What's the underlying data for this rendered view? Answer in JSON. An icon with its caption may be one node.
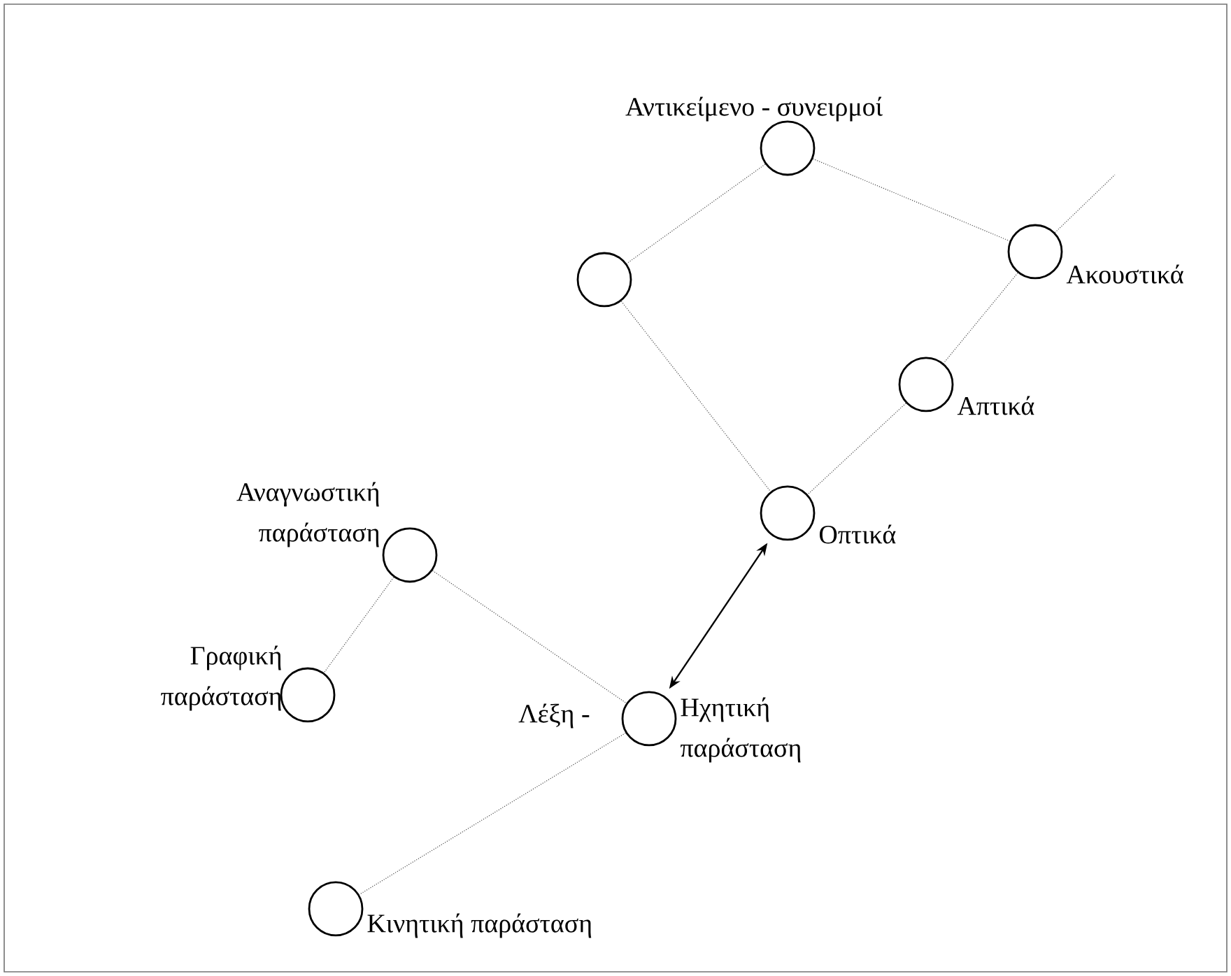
{
  "diagram": {
    "nodes": [
      {
        "text": [],
        "shape": "circle",
        "beside": [
          "Αντικείμενο - συνειρμοί"
        ]
      },
      {
        "text": [],
        "shape": "circle"
      },
      {
        "text": [],
        "shape": "circle",
        "beside": [
          "Ακουστικά"
        ]
      },
      {
        "text": [],
        "shape": "circle",
        "beside": [
          "Απτικά"
        ]
      },
      {
        "text": [],
        "shape": "circle",
        "beside": [
          "Οπτικά"
        ]
      },
      {
        "text": [],
        "shape": "circle",
        "beside": [
          "Αναγνωστική παράσταση"
        ]
      },
      {
        "text": [],
        "shape": "circle",
        "beside": [
          "Γραφική παράσταση"
        ]
      },
      {
        "text": [],
        "shape": "circle",
        "beside": [
          "Λέξη -",
          "Ηχητική παράσταση"
        ]
      },
      {
        "text": [],
        "shape": "circle",
        "beside": [
          "Κινητική παράσταση"
        ]
      }
    ],
    "edges": [
      {
        "from": 0,
        "to": 1,
        "arrow": "none",
        "style": "dashed"
      },
      {
        "from": 0,
        "to": 2,
        "arrow": "none",
        "style": "dashed"
      },
      {
        "from": 2,
        "to": null,
        "arrow": "none",
        "style": "dashed"
      },
      {
        "from": 1,
        "to": 4,
        "arrow": "none",
        "style": "dashed"
      },
      {
        "from": 2,
        "to": 3,
        "arrow": "none",
        "style": "dashed"
      },
      {
        "from": 3,
        "to": 4,
        "arrow": "none",
        "style": "dashed"
      },
      {
        "from": 5,
        "to": 6,
        "arrow": "none",
        "style": "dashed"
      },
      {
        "from": 5,
        "to": 7,
        "arrow": "none",
        "style": "dashed"
      },
      {
        "from": 7,
        "to": 8,
        "arrow": "none",
        "style": "dashed"
      },
      {
        "from": 7,
        "to": 4,
        "arrow": "both"
      }
    ]
  }
}
